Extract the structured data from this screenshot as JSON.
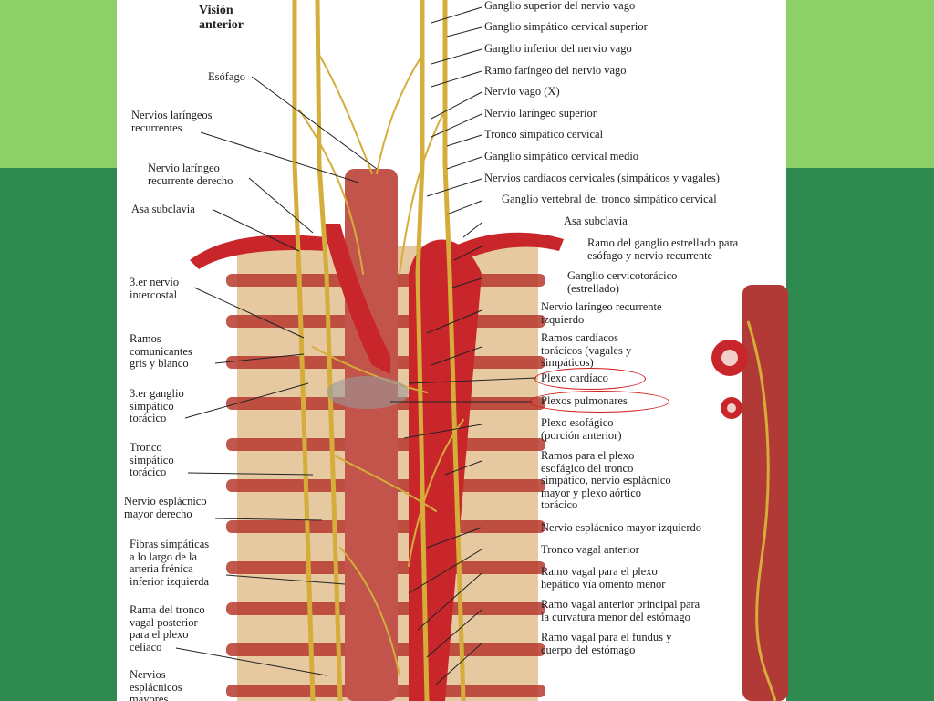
{
  "view_title": "Visión\nanterior",
  "left_labels": [
    "Esófago",
    "Nervios laríngeos\nrecurrentes",
    "Nervio laríngeo\nrecurrente derecho",
    "Asa subclavia",
    "3.er nervio\nintercostal",
    "Ramos\ncomunicantes\ngris y blanco",
    "3.er ganglio\nsimpático\ntorácico",
    "Tronco\nsimpático\ntorácico",
    "Nervio esplácnico\nmayor derecho",
    "Fibras simpáticas\na lo largo de la\narteria frénica\ninferior izquierda",
    "Rama del tronco\nvagal posterior\npara el plexo\nceliaco",
    "Nervios\nesplácnicos\nmayores"
  ],
  "right_labels": [
    "Ganglio superior del nervio vago",
    "Ganglio simpático cervical superior",
    "Ganglio inferior del nervio vago",
    "Ramo faríngeo del nervio vago",
    "Nervio vago (X)",
    "Nervio laríngeo superior",
    "Tronco simpático cervical",
    "Ganglio simpático cervical medio",
    "Nervios cardíacos cervicales (simpáticos y vagales)",
    "Ganglio vertebral del tronco simpático cervical",
    "Asa subclavia",
    "Ramo del ganglio estrellado para\nesófago y nervio recurrente",
    "Ganglio cervicotorácico\n(estrellado)",
    "Nervio laríngeo recurrente\nizquierdo",
    "Ramos cardíacos\ntorácicos (vagales y\nsimpáticos)",
    "Plexo cardíaco",
    "Plexos pulmonares",
    "Plexo esofágico\n(porción anterior)",
    "Ramos para el plexo\nesofágico del tronco\nsimpático, nervio esplácnico\nmayor y plexo aórtico\ntorácico",
    "Nervio esplácnico mayor izquierdo",
    "Tronco vagal anterior",
    "Ramo vagal para el plexo\nhepático vía omento menor",
    "Ramo vagal anterior principal para\nla curvatura menor del estómago",
    "Ramo vagal para el fundus y\ncuerpo del estómago"
  ],
  "highlighted": [
    "Plexo cardíaco",
    "Plexos pulmonares"
  ],
  "colors": {
    "highlight": "#d01818",
    "artery": "#c8262a",
    "nerve": "#d4ad3a",
    "bone": "#e6c9a0",
    "bg_top": "#8cd067",
    "bg_bottom": "#2f8a4f"
  }
}
